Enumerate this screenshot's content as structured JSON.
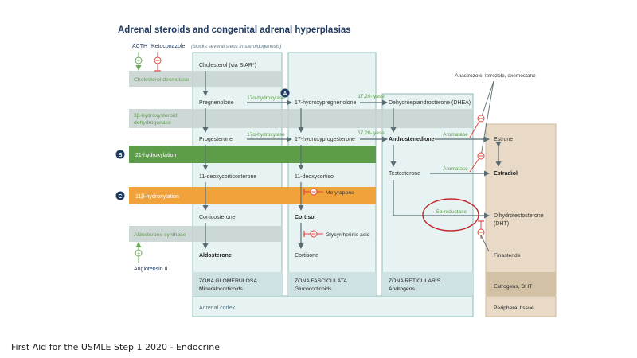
{
  "title": "Adrenal steroids and congenital adrenal hyperplasias",
  "caption": "First Aid for the USMLE Step 1 2020 - Endocrine",
  "colors": {
    "title": "#1e3a5f",
    "pale_zone": "#e6f3f2",
    "zone_border": "#8cbfbb",
    "zone_footer": "#cfe2e3",
    "band_gray": "#c5d2d0",
    "band_green": "#5d9c48",
    "band_orange": "#f2a23a",
    "tan_panel": "#e8dac6",
    "tan_footer": "#d3c1a6",
    "arrow": "#5b6e73",
    "green_text": "#5d9c48",
    "inhibit_red": "#e0453a",
    "stimulate_green": "#6aaa55",
    "circle_red": "#c0282d"
  },
  "regulators": {
    "acth": "ACTH",
    "ketoconazole": "Ketoconazole",
    "ketoconazole_note": "(blocks several steps in steroidogenesis)",
    "angiotensin": "Angiotensin II",
    "aromatase_inhibitors": "Anastrozole, letrozole, exemestane",
    "metyrapone": "Metyrapone",
    "glycyrrhetinic": "Glycyrrhetinic acid",
    "finasteride": "Finasteride"
  },
  "bands": {
    "desmolase": "Cholesterol desmolase",
    "hsd3b_line1": "3β-hydroxysteroid",
    "hsd3b_line2": "dehydrogenase",
    "hydroxylation21": "21-hydroxylation",
    "hydroxylation11": "11β-hydroxylation",
    "aldo_synthase": "Aldosterone synthase"
  },
  "markers": {
    "a": "A",
    "b": "B",
    "c": "C"
  },
  "glomerulosa": {
    "cholesterol": "Cholesterol (via StAR*)",
    "pregnenolone": "Pregnenolone",
    "progesterone": "Progesterone",
    "deoxycorticosterone": "11-deoxycorticosterone",
    "corticosterone": "Corticosterone",
    "aldosterone": "Aldosterone",
    "zone_name": "ZONA GLOMERULOSA",
    "zone_product": "Mineralocorticoids"
  },
  "fasciculata": {
    "hydroxypregnenolone": "17-hydroxypregnenolone",
    "hydroxyprogesterone": "17-hydroxyprogesterone",
    "deoxycortisol": "11-deoxycortisol",
    "cortisol": "Cortisol",
    "cortisone": "Cortisone",
    "zone_name": "ZONA FASCICULATA",
    "zone_product": "Glucocorticoids"
  },
  "reticularis": {
    "dhea": "Dehydroepiandrosterone (DHEA)",
    "androstenedione": "Androstenedione",
    "testosterone": "Testosterone",
    "zone_name": "ZONA RETICULARIS",
    "zone_product": "Androgens"
  },
  "peripheral": {
    "estrone": "Estrone",
    "estradiol": "Estradiol",
    "dht_line1": "Dihydrotestosterone",
    "dht_line2": "(DHT)",
    "footer_product": "Estrogens, DHT",
    "footer_label": "Peripheral tissue"
  },
  "enzymes": {
    "hydroxylase17a_1": "17α-hydroxylase",
    "hydroxylase17a_2": "17α-hydroxylase",
    "lyase_1": "17,20-lyase",
    "lyase_2": "17,20-lyase",
    "aromatase_1": "Aromatase",
    "aromatase_2": "Aromatase",
    "reductase": "5α-reductase"
  },
  "adrenal_cortex": "Adrenal cortex"
}
